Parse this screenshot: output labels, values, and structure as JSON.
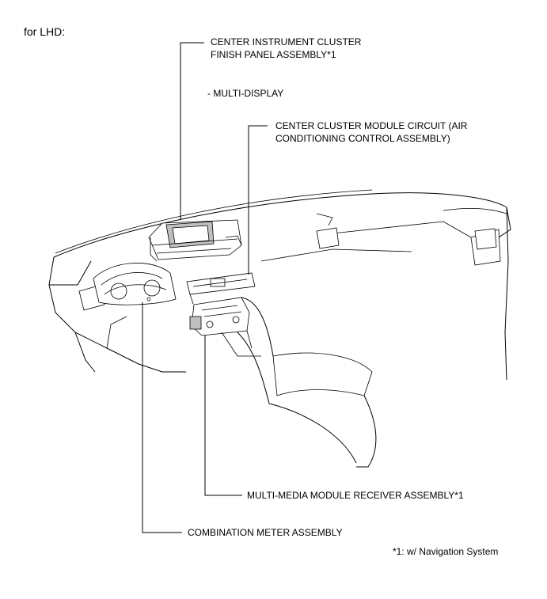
{
  "diagram": {
    "region_label": "for LHD:",
    "callouts": {
      "finish_panel_line1": "CENTER INSTRUMENT CLUSTER",
      "finish_panel_line2": "FINISH PANEL ASSEMBLY*1",
      "multi_display": "- MULTI-DISPLAY",
      "cluster_module_line1": "CENTER CLUSTER MODULE CIRCUIT (AIR",
      "cluster_module_line2": "CONDITIONING CONTROL ASSEMBLY)",
      "receiver": "MULTI-MEDIA MODULE RECEIVER ASSEMBLY*1",
      "combination_meter": "COMBINATION METER ASSEMBLY"
    },
    "footnote": "*1: w/ Navigation System"
  }
}
